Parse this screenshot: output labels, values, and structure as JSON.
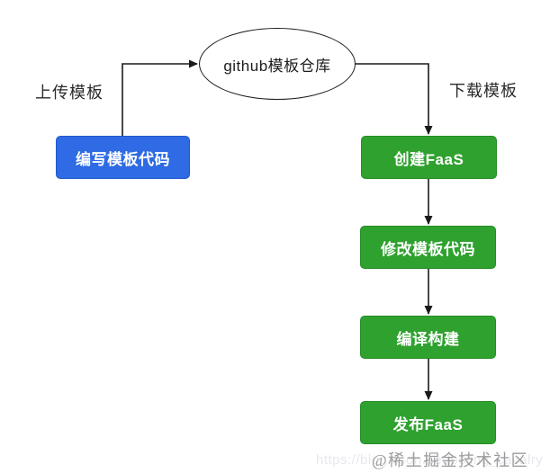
{
  "diagram": {
    "background": "#ffffff",
    "colors": {
      "node_blue_fill": "#2e6be4",
      "node_green_fill": "#2fa12f",
      "node_text": "#ffffff",
      "ellipse_border": "#1a1a1a",
      "arrow_line": "#1a1a1a",
      "edge_label_text": "#2a2a2a",
      "watermark_gray": "#9b9b9b",
      "watermark_faint": "#e7e8ed"
    },
    "nodes": {
      "repo": {
        "label": "github模板仓库",
        "shape": "ellipse"
      },
      "write": {
        "label": "编写模板代码",
        "color": "blue"
      },
      "create": {
        "label": "创建FaaS",
        "color": "green"
      },
      "modify": {
        "label": "修改模板代码",
        "color": "green"
      },
      "build": {
        "label": "编译构建",
        "color": "green"
      },
      "publish": {
        "label": "发布FaaS",
        "color": "green"
      }
    },
    "edge_labels": {
      "upload": "上传模板",
      "download": "下载模板"
    }
  },
  "watermark": {
    "community": "@稀土掘金技术社区",
    "url": "https://blog.csdn.net/boling_cavalry"
  }
}
